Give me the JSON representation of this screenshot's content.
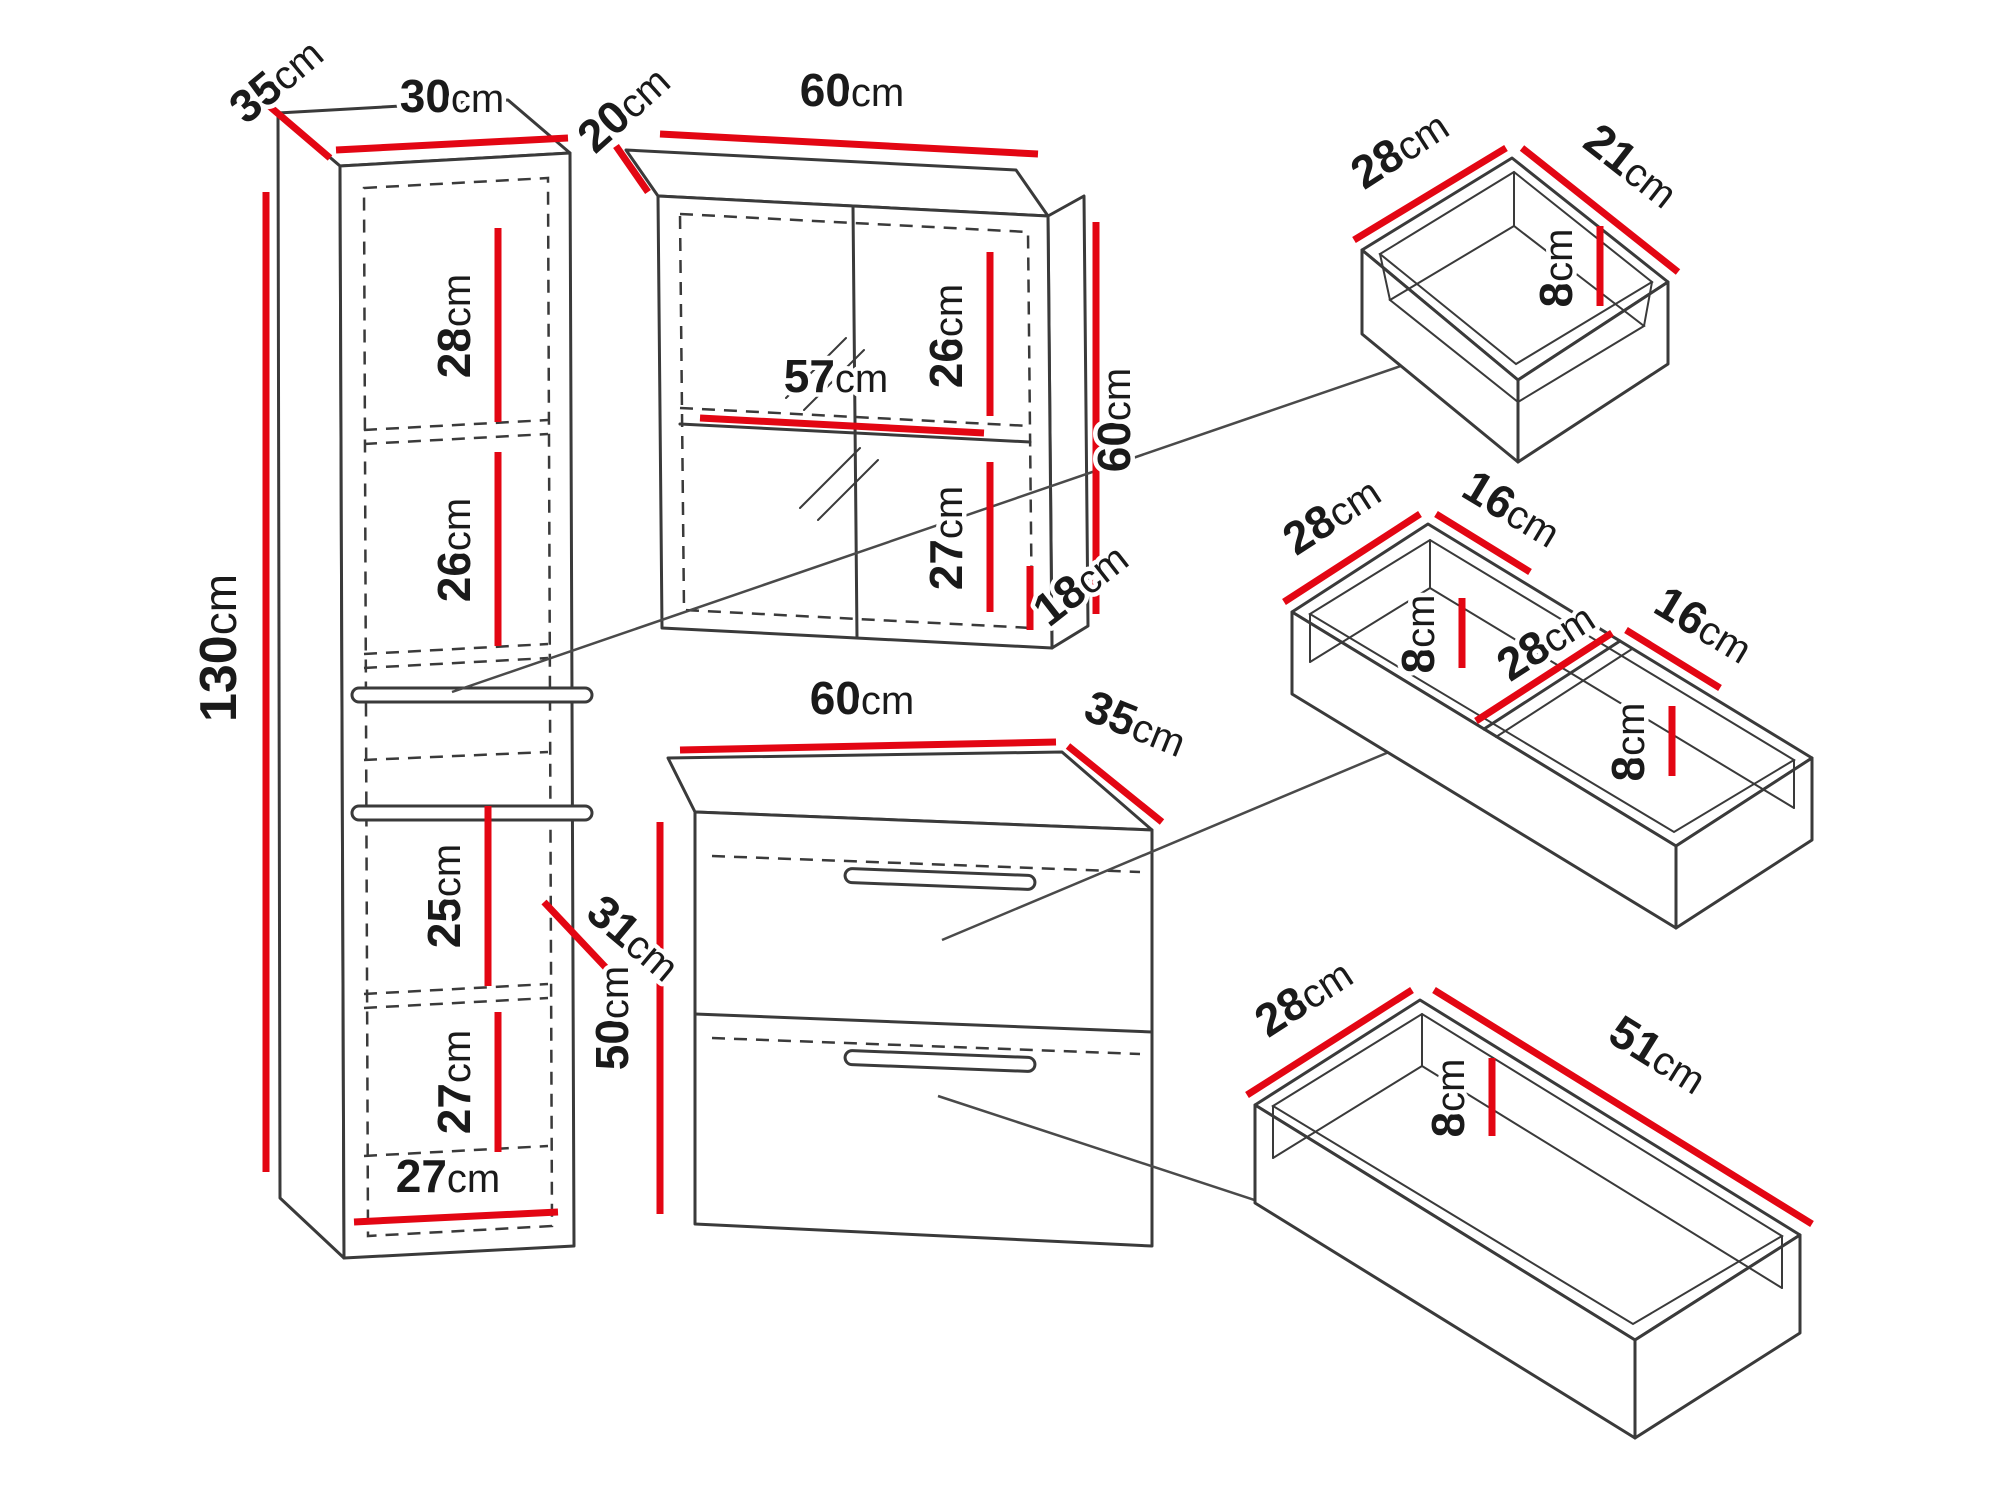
{
  "unit": "cm",
  "colors": {
    "dimension_red": "#e30613",
    "outline": "#3a3a3a",
    "leader": "#4a4a4a",
    "background": "#ffffff",
    "text": "#1a1a1a"
  },
  "parts": {
    "tall": {
      "dims": {
        "depth_top": {
          "v": "35",
          "u": "cm"
        },
        "width_top": {
          "v": "30",
          "u": "cm"
        },
        "height": {
          "v": "130",
          "u": "cm"
        },
        "section1": {
          "v": "28",
          "u": "cm"
        },
        "section2": {
          "v": "26",
          "u": "cm"
        },
        "section3": {
          "v": "25",
          "u": "cm"
        },
        "inner_depth": {
          "v": "31",
          "u": "cm"
        },
        "section4": {
          "v": "27",
          "u": "cm"
        },
        "width_bottom": {
          "v": "27",
          "u": "cm"
        }
      }
    },
    "mirror": {
      "dims": {
        "depth_top": {
          "v": "20",
          "u": "cm"
        },
        "width_top": {
          "v": "60",
          "u": "cm"
        },
        "height_right": {
          "v": "60",
          "u": "cm"
        },
        "section_top": {
          "v": "26",
          "u": "cm"
        },
        "width_inner": {
          "v": "57",
          "u": "cm"
        },
        "section_bottom": {
          "v": "27",
          "u": "cm"
        },
        "depth_inner": {
          "v": "18",
          "u": "cm"
        }
      }
    },
    "vanity": {
      "dims": {
        "width_top": {
          "v": "60",
          "u": "cm"
        },
        "depth_top": {
          "v": "35",
          "u": "cm"
        },
        "height": {
          "v": "50",
          "u": "cm"
        }
      }
    },
    "drawer_small": {
      "dims": {
        "width": {
          "v": "28",
          "u": "cm"
        },
        "depth": {
          "v": "21",
          "u": "cm"
        },
        "height": {
          "v": "8",
          "u": "cm"
        }
      }
    },
    "drawer_double": {
      "left": {
        "width": {
          "v": "28",
          "u": "cm"
        },
        "depth": {
          "v": "16",
          "u": "cm"
        },
        "height": {
          "v": "8",
          "u": "cm"
        }
      },
      "right": {
        "width": {
          "v": "28",
          "u": "cm"
        },
        "depth": {
          "v": "16",
          "u": "cm"
        },
        "height": {
          "v": "8",
          "u": "cm"
        }
      }
    },
    "drawer_large": {
      "dims": {
        "width": {
          "v": "28",
          "u": "cm"
        },
        "depth": {
          "v": "51",
          "u": "cm"
        },
        "height": {
          "v": "8",
          "u": "cm"
        }
      }
    }
  }
}
